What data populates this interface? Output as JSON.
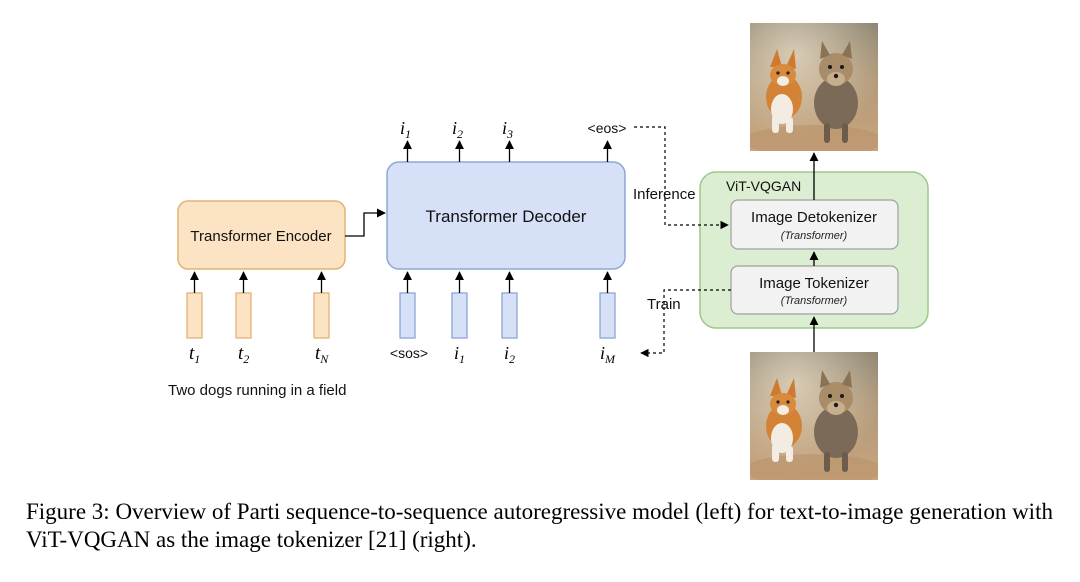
{
  "encoder": {
    "label": "Transformer Encoder",
    "inputs": [
      {
        "base": "t",
        "sub": "1"
      },
      {
        "base": "t",
        "sub": "2"
      },
      {
        "base": "t",
        "sub": "N"
      }
    ],
    "prompt": "Two dogs running in a field"
  },
  "decoder": {
    "label": "Transformer Decoder",
    "outputs": [
      {
        "base": "i",
        "sub": "1"
      },
      {
        "base": "i",
        "sub": "2"
      },
      {
        "base": "i",
        "sub": "3"
      }
    ],
    "eos": "<eos>",
    "inputs": [
      {
        "base": "i",
        "sub": "1"
      },
      {
        "base": "i",
        "sub": "2"
      },
      {
        "base": "i",
        "sub": "M"
      }
    ],
    "sos": "<sos>"
  },
  "vitvqgan": {
    "title": "ViT-VQGAN",
    "detokenizer": {
      "title": "Image Detokenizer",
      "subtitle": "(Transformer)"
    },
    "tokenizer": {
      "title": "Image Tokenizer",
      "subtitle": "(Transformer)"
    }
  },
  "flows": {
    "inference": "Inference",
    "train": "Train"
  },
  "caption": "Figure 3: Overview of Parti sequence-to-sequence autoregressive model (left) for text-to-image generation with ViT-VQGAN as the image tokenizer [21] (right).",
  "colors": {
    "encoder_fill": "#fbe3c3",
    "encoder_stroke": "#e0b478",
    "decoder_fill": "#d6e0f7",
    "decoder_stroke": "#8fa5d6",
    "vq_fill": "#dbeed2",
    "vq_stroke": "#9dc98a",
    "inner_fill": "#f2f2f2",
    "inner_stroke": "#a0a0a0"
  },
  "icons": [
    "dog-photo-output",
    "dog-photo-input"
  ]
}
